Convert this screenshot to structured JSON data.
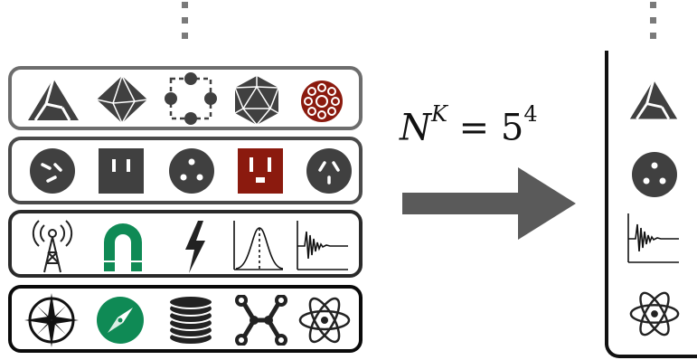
{
  "formula": {
    "base": "N",
    "exp": "K",
    "equals": "=",
    "value_base": "5",
    "value_exp": "4"
  },
  "colors": {
    "gray_dark": "#404040",
    "red": "#8b1a0e",
    "green": "#0f8a55",
    "row1_border": "#6d6d6d",
    "row2_border": "#4a4a4a",
    "row3_border": "#2a2a2a",
    "row4_border": "#0a0a0a"
  },
  "rows": [
    {
      "icons": [
        "triangle-icon",
        "octahedron-icon",
        "network-square-icon",
        "icosahedron-icon",
        "ring-dots-icon"
      ]
    },
    {
      "icons": [
        "outlet-round-icon",
        "outlet-square-icon",
        "outlet-three-dot-icon",
        "outlet-us-red-icon",
        "outlet-angled-icon"
      ]
    },
    {
      "icons": [
        "antenna-icon",
        "magnet-icon",
        "lightning-icon",
        "bell-curve-icon",
        "signal-decay-icon"
      ]
    },
    {
      "icons": [
        "compass-rose-icon",
        "compass-icon",
        "database-icon",
        "molecule-icon",
        "atom-icon"
      ]
    }
  ],
  "selection": [
    "triangle-icon",
    "outlet-three-dot-icon",
    "signal-decay-icon",
    "atom-icon"
  ]
}
